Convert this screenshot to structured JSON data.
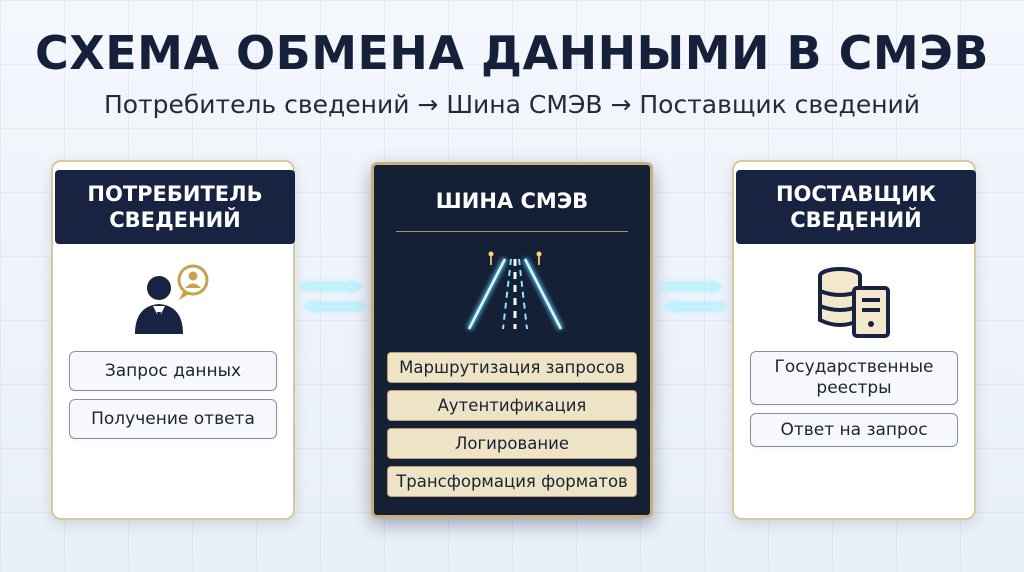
{
  "title": "СХЕМА ОБМЕНА ДАННЫМИ В СМЭВ",
  "subtitle": "Потребитель сведений → Шина СМЭВ → Поставщик сведений",
  "consumer": {
    "header": "ПОТРЕБИТЕЛЬ СВЕДЕНИЙ",
    "icon": "user-request-icon",
    "items": [
      "Запрос данных",
      "Получение ответа"
    ]
  },
  "bus": {
    "header": "ШИНА СМЭВ",
    "icon": "highway-icon",
    "functions": [
      "Маршрутизация запросов",
      "Аутентификация",
      "Логирование",
      "Трансформация форматов"
    ]
  },
  "provider": {
    "header": "ПОСТАВЩИК СВЕДЕНИЙ",
    "icon": "database-server-icon",
    "items": [
      "Государственные реестры",
      "Ответ на запрос"
    ]
  },
  "colors": {
    "navy": "#172340",
    "gold": "#c9b07a",
    "beige": "#efe3c6",
    "glow": "#7fe3ff"
  }
}
